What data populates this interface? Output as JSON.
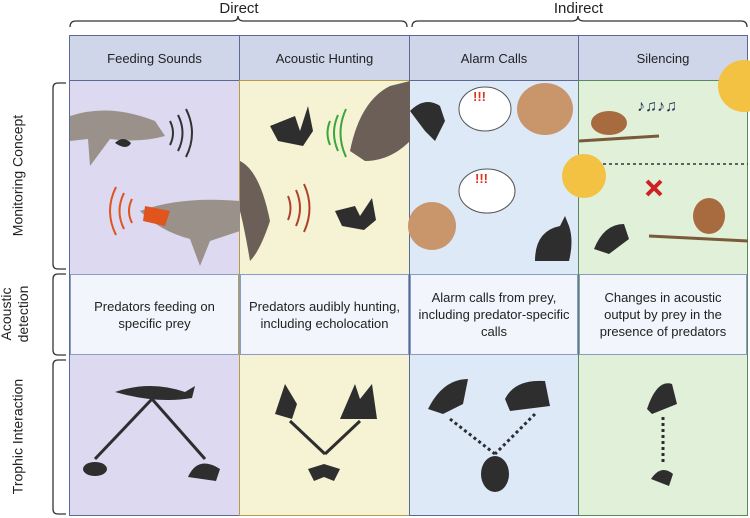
{
  "groups": [
    {
      "label": "Direct"
    },
    {
      "label": "Indirect"
    }
  ],
  "columns": [
    {
      "header": "Feeding Sounds",
      "detection": "Predators feeding on specific prey",
      "bg": "#dcd9f0"
    },
    {
      "header": "Acoustic Hunting",
      "detection": "Predators audibly hunting, including echolocation",
      "bg": "#f5f3d3"
    },
    {
      "header": "Alarm Calls",
      "detection": "Alarm calls from prey, including predator-specific calls",
      "bg": "#dde9f7"
    },
    {
      "header": "Silencing",
      "detection": "Changes in acoustic output by prey in the presence of predators",
      "bg": "#e1f1d9"
    }
  ],
  "rows": [
    {
      "label": "Monitoring Concept"
    },
    {
      "label": "Acoustic detection"
    },
    {
      "label": "Trophic Interaction"
    }
  ],
  "alarm_marks": [
    "!!!",
    "!!!"
  ],
  "music_notes": "♪♫♪♫"
}
